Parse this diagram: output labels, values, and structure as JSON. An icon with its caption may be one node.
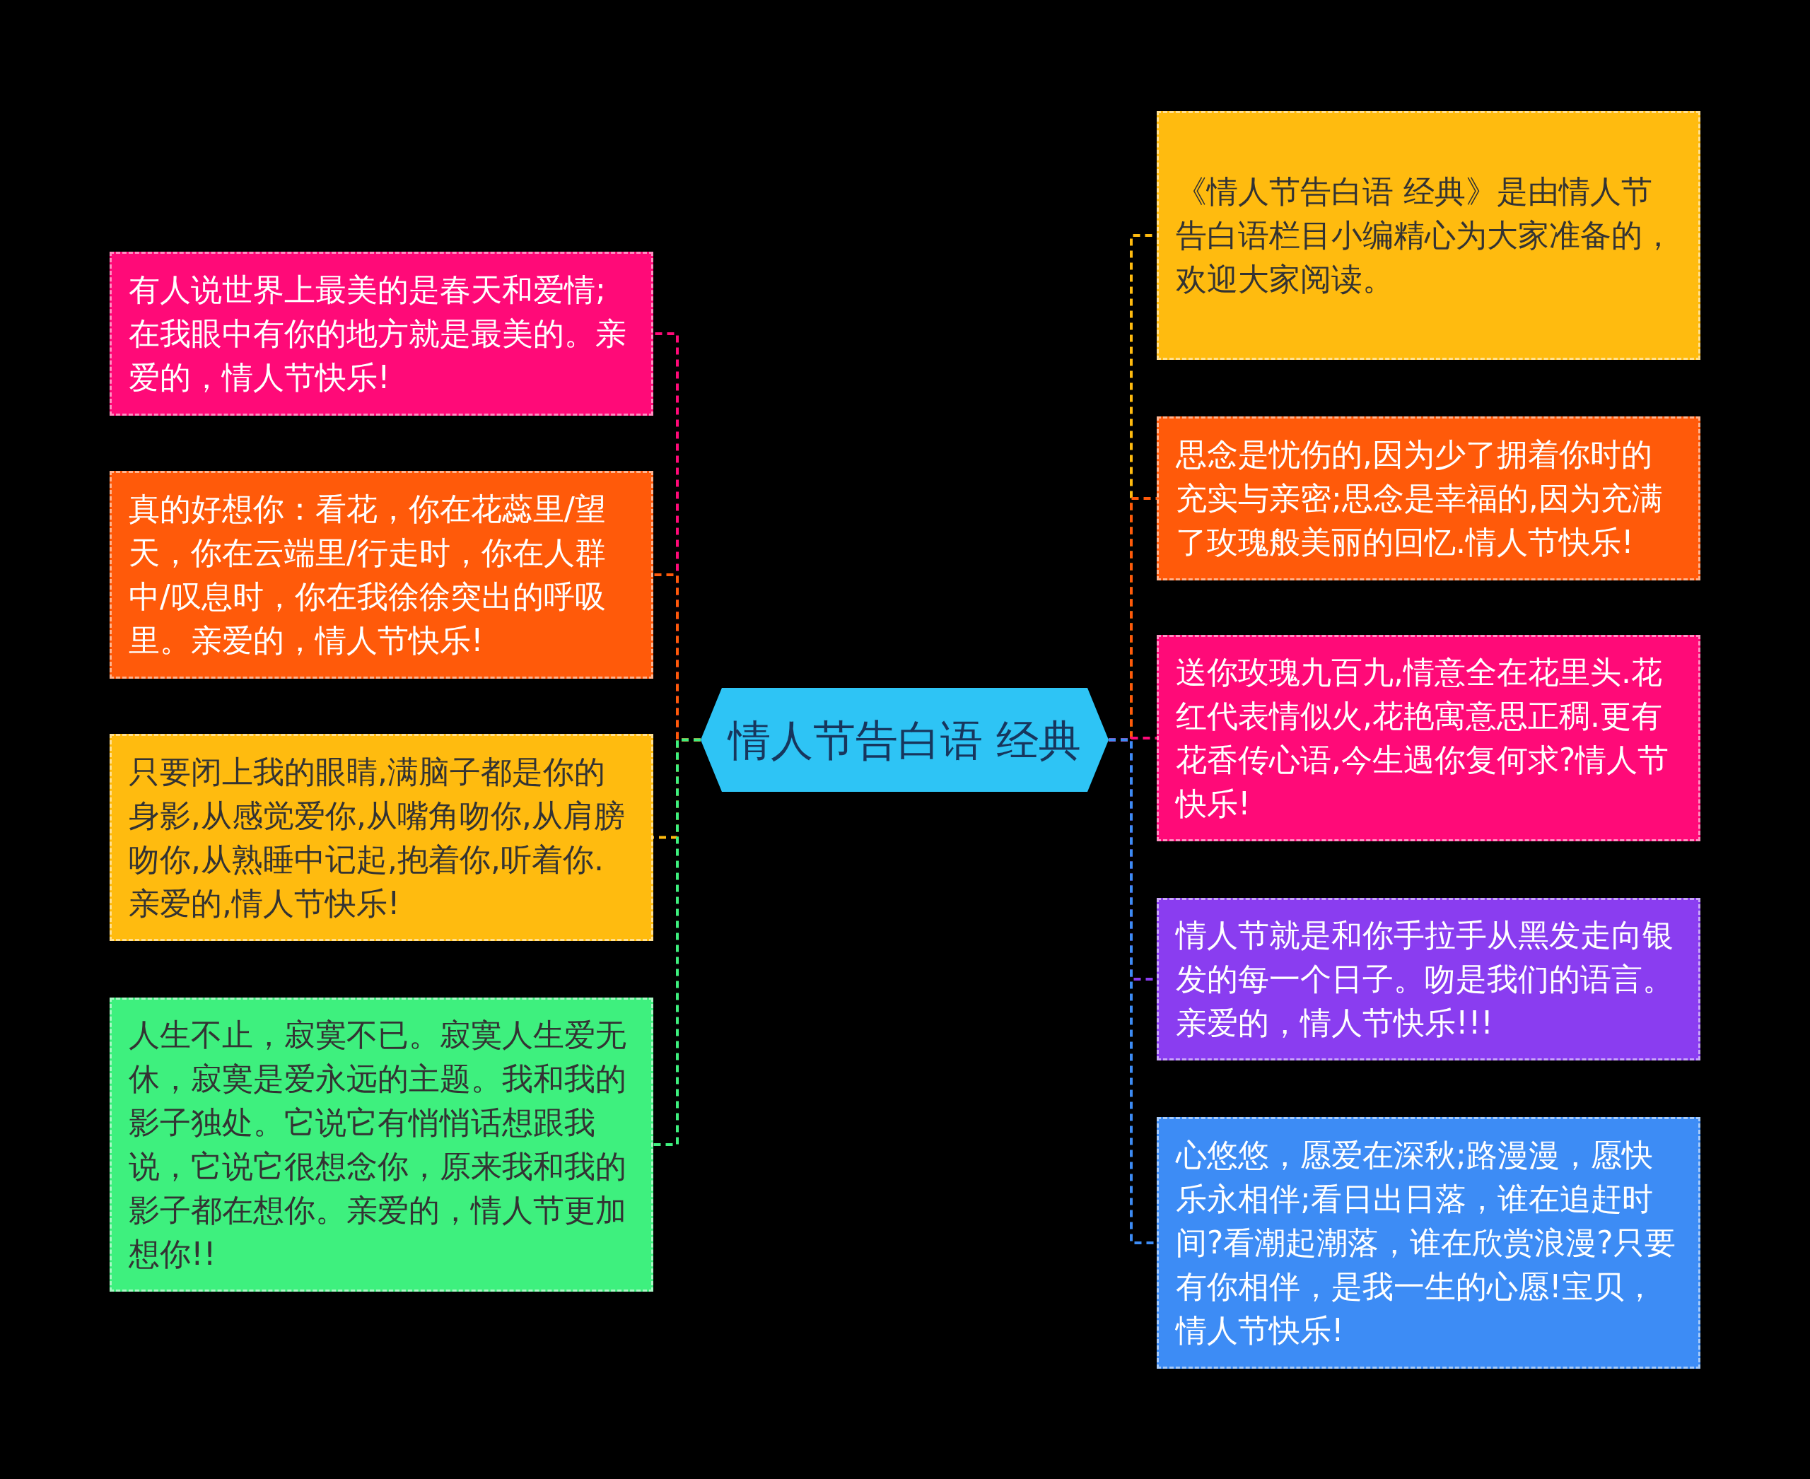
{
  "diagram": {
    "nodes": [
      {
        "text": [
          "情人节告白语 经典"
        ]
      },
      {
        "text": [
          "有人说世界上最美的是春天和爱情;在我眼中有你的地方就是最美的。亲爱的，情人节快乐!"
        ]
      },
      {
        "text": [
          "真的好想你：看花，你在花蕊里/望天，你在云端里/行走时，你在人群中/叹息时，你在我徐徐突出的呼吸里。亲爱的，情人节快乐!"
        ]
      },
      {
        "text": [
          "只要闭上我的眼睛,满脑子都是你的身影,从感觉爱你,从嘴角吻你,从肩膀吻你,从熟睡中记起,抱着你,听着你.亲爱的,情人节快乐!"
        ]
      },
      {
        "text": [
          "人生不止，寂寞不已。寂寞人生爱无休，寂寞是爱永远的主题。我和我的影子独处。它说它有悄悄话想跟我说，它说它很想念你，原来我和我的影子都在想你。亲爱的，情人节更加想你!!"
        ]
      },
      {
        "text": [
          "《情人节告白语 经典》是由情人节告白语栏目小编精心为大家准备的，欢迎大家阅读。"
        ]
      },
      {
        "text": [
          "思念是忧伤的,因为少了拥着你时的充实与亲密;思念是幸福的,因为充满了玫瑰般美丽的回忆.情人节快乐!"
        ]
      },
      {
        "text": [
          "送你玫瑰九百九,情意全在花里头.花红代表情似火,花艳寓意思正稠.更有花香传心语,今生遇你复何求?情人节快乐!"
        ]
      },
      {
        "text": [
          "情人节就是和你手拉手从黑发走向银发的每一个日子。吻是我们的语言。亲爱的，情人节快乐!!!"
        ]
      },
      {
        "text": [
          "心悠悠，愿爱在深秋;路漫漫，愿快乐永相伴;看日出日落，谁在追赶时间?看潮起潮落，谁在欣赏浪漫?只要有你相伴，是我一生的心愿!宝贝，情人节快乐!"
        ]
      }
    ],
    "edges": [
      {
        "from": 0,
        "to": 1,
        "arrow": "none",
        "style": "dashed",
        "color": "#ff0a78"
      },
      {
        "from": 0,
        "to": 2,
        "arrow": "none",
        "style": "dashed",
        "color": "#ff5a0a"
      },
      {
        "from": 0,
        "to": 3,
        "arrow": "none",
        "style": "dashed",
        "color": "#ffbb0f"
      },
      {
        "from": 0,
        "to": 4,
        "arrow": "none",
        "style": "dashed",
        "color": "#3ef07e"
      },
      {
        "from": 0,
        "to": 5,
        "arrow": "none",
        "style": "dashed",
        "color": "#ffbb0f"
      },
      {
        "from": 0,
        "to": 6,
        "arrow": "none",
        "style": "dashed",
        "color": "#ff5a0a"
      },
      {
        "from": 0,
        "to": 7,
        "arrow": "none",
        "style": "dashed",
        "color": "#ff0a78"
      },
      {
        "from": 0,
        "to": 8,
        "arrow": "none",
        "style": "dashed",
        "color": "#8a3df0"
      },
      {
        "from": 0,
        "to": 9,
        "arrow": "none",
        "style": "dashed",
        "color": "#3d8cf5"
      }
    ]
  }
}
